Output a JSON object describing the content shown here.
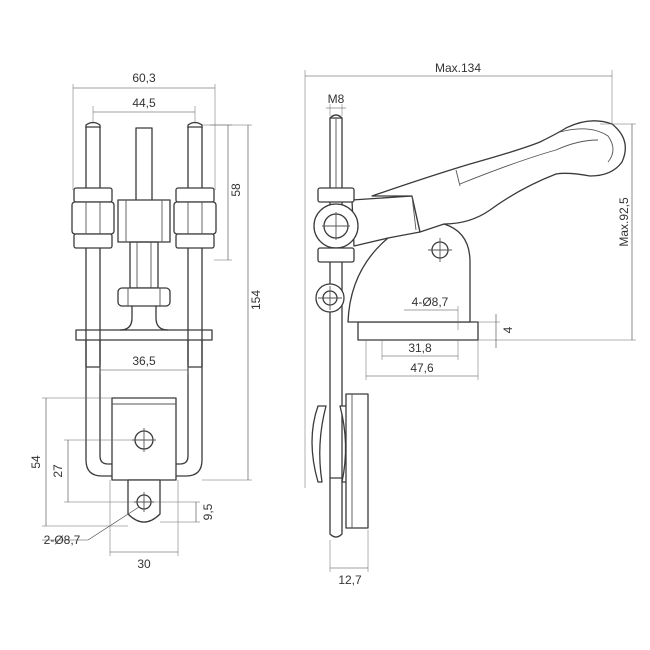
{
  "dimensions": {
    "top_width": "60,3",
    "inner_width": "44,5",
    "upper_height": "58",
    "total_height": "154",
    "strap_width": "36,5",
    "lower_height": "54",
    "lug_height": "27",
    "tab_height": "9,5",
    "holes_front": "2-Ø8,7",
    "bottom_width": "30",
    "max_length": "Max.134",
    "thread": "M8",
    "max_height": "Max.92,5",
    "base_holes": "4-Ø8,7",
    "base_thickness": "4",
    "hole_spacing": "31,8",
    "base_length": "47,6",
    "rod_diameter": "12,7"
  },
  "colors": {
    "line": "#3a3a3a",
    "dimension_text": "#333333",
    "accent_red": "#d0312d"
  }
}
